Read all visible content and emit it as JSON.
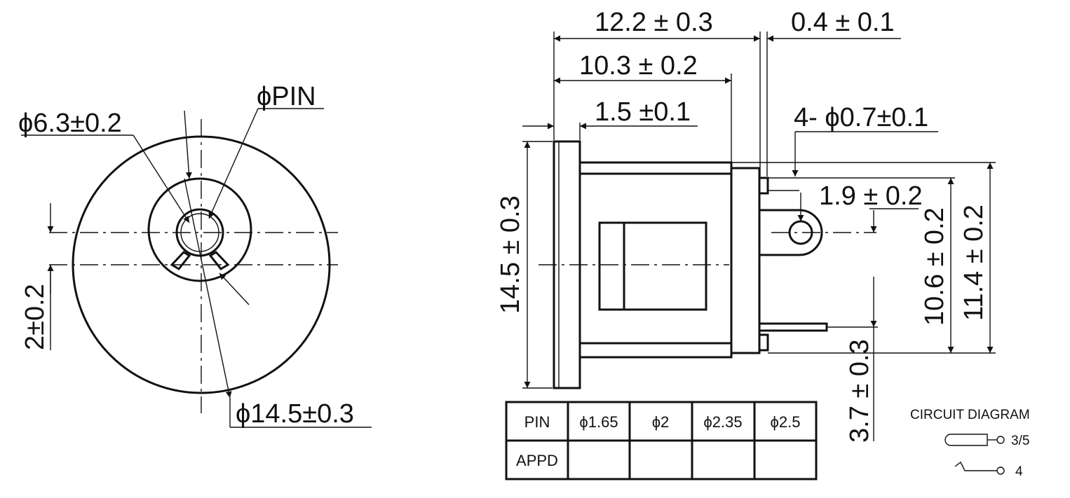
{
  "front_view": {
    "dim_outer_dia": "ϕ6.3±0.2",
    "dim_pin": "ϕPIN",
    "dim_offset": "2±0.2",
    "dim_body_dia": "ϕ14.5±0.3"
  },
  "side_view": {
    "dim_overall_length": "12.2 ± 0.3",
    "dim_terminal_thickness": "0.4 ± 0.1",
    "dim_body_length": "10.3 ± 0.2",
    "dim_flange": "1.5 ±0.1",
    "dim_holes": "4- ϕ0.7±0.1",
    "dim_hole_offset": "1.9 ± 0.2",
    "dim_flange_height": "14.5 ± 0.3",
    "dim_height_a": "10.6 ± 0.2",
    "dim_height_b": "11.4 ± 0.2",
    "dim_pin_offset": "3.7 ± 0.3"
  },
  "pin_table": {
    "header": [
      "PIN",
      "ϕ1.65",
      "ϕ2",
      "ϕ2.35",
      "ϕ2.5"
    ],
    "row_label": "APPD",
    "row_values": [
      "",
      "",
      "",
      ""
    ]
  },
  "circuit": {
    "title": "CIRCUIT DIAGRAM",
    "label_a": "3/5",
    "label_b": "4"
  }
}
